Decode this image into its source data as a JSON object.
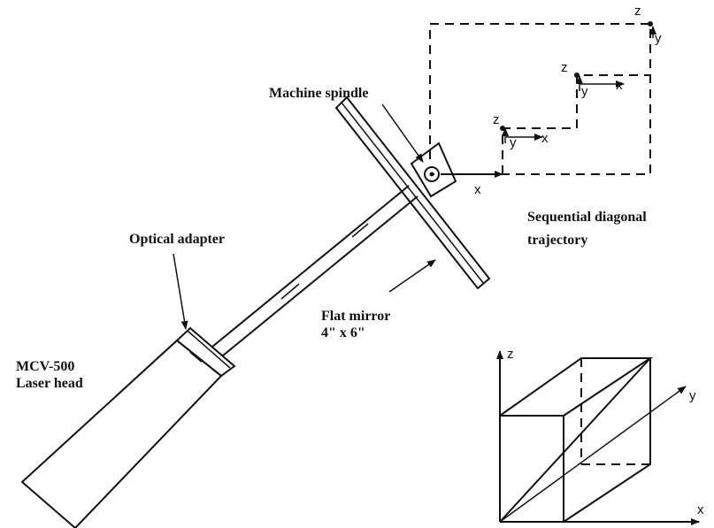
{
  "labels": {
    "machine_spindle": "Machine spindle",
    "optical_adapter": "Optical adapter",
    "flat_mirror_line1": "Flat mirror",
    "flat_mirror_line2": "4\" x 6\"",
    "laser_head_line1": "MCV-500",
    "laser_head_line2": "Laser head",
    "trajectory_line1": "Sequential diagonal",
    "trajectory_line2": "trajectory"
  },
  "axes": {
    "x": "x",
    "y": "y",
    "z": "z"
  },
  "colors": {
    "ink": "#111111",
    "background": "#ffffff"
  }
}
